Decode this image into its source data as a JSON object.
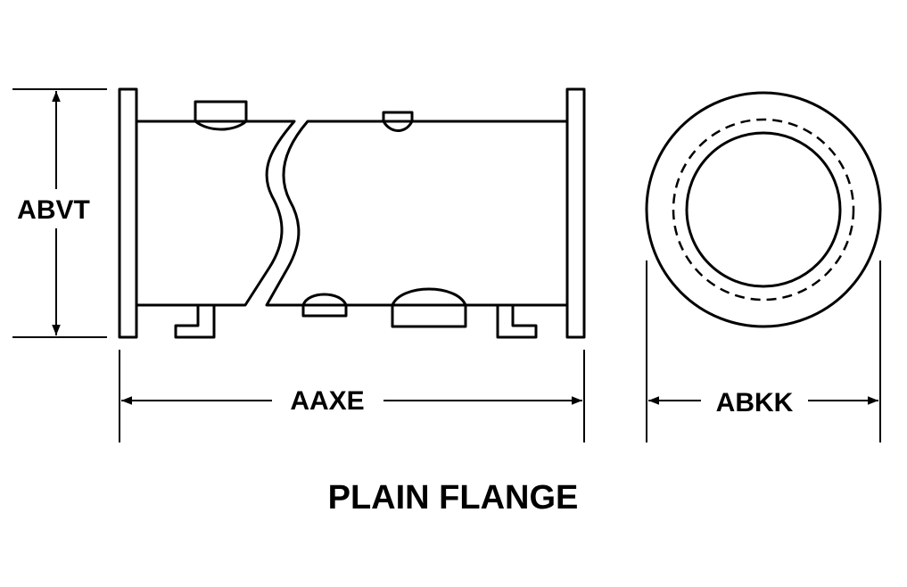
{
  "labels": {
    "height": "ABVT",
    "length": "AAXE",
    "diameter": "ABKK",
    "title": "PLAIN FLANGE"
  },
  "colors": {
    "line": "#000000",
    "background": "#ffffff"
  }
}
